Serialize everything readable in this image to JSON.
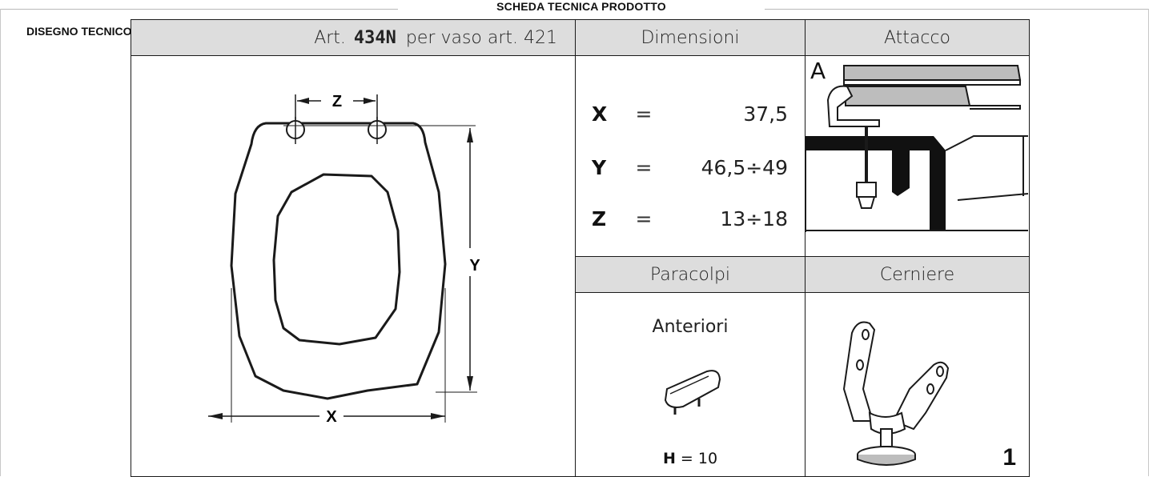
{
  "sheet": {
    "title": "SCHEDA TECNICA PRODOTTO",
    "section_label": "DISEGNO TECNICO"
  },
  "article": {
    "label": "Art.",
    "code": "434N",
    "compat": "per vaso art. 421"
  },
  "dimensions": {
    "header": "Dimensioni",
    "rows": [
      {
        "letter": "X",
        "eq": "=",
        "value": "37,5"
      },
      {
        "letter": "Y",
        "eq": "=",
        "value": "46,5÷49"
      },
      {
        "letter": "Z",
        "eq": "=",
        "value": "13÷18"
      }
    ]
  },
  "drawing": {
    "label_x": "X",
    "label_y": "Y",
    "label_z": "Z"
  },
  "attacco": {
    "header": "Attacco",
    "type": "A"
  },
  "paracolpi": {
    "header": "Paracolpi",
    "kind": "Anteriori",
    "h_letter": "H",
    "h_value": "= 10"
  },
  "cerniere": {
    "header": "Cerniere",
    "number": "1"
  }
}
